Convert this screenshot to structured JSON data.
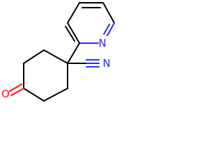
{
  "molecule": {
    "atoms": {
      "ring_nitrogen": "N",
      "nitrile_nitrogen": "N",
      "ketone_oxygen": "O"
    },
    "colors": {
      "bond": "#000000",
      "nitrogen": "#2a2aff",
      "oxygen": "#ff0d0d"
    }
  }
}
